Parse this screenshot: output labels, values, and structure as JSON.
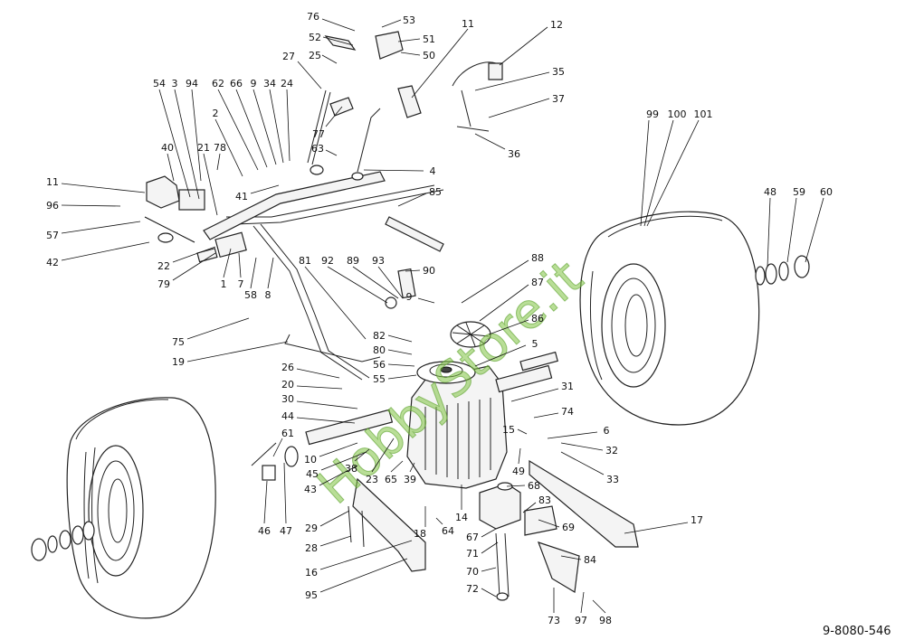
{
  "drawing_code": "9-8080-546",
  "watermark": "HobbyStore.it",
  "callouts": [
    {
      "id": "76"
    },
    {
      "id": "53"
    },
    {
      "id": "52"
    },
    {
      "id": "51"
    },
    {
      "id": "25"
    },
    {
      "id": "50"
    },
    {
      "id": "27"
    },
    {
      "id": "11"
    },
    {
      "id": "12"
    },
    {
      "id": "35"
    },
    {
      "id": "37"
    },
    {
      "id": "36"
    },
    {
      "id": "54"
    },
    {
      "id": "3"
    },
    {
      "id": "94"
    },
    {
      "id": "62"
    },
    {
      "id": "66"
    },
    {
      "id": "9"
    },
    {
      "id": "34"
    },
    {
      "id": "24"
    },
    {
      "id": "2"
    },
    {
      "id": "77"
    },
    {
      "id": "63"
    },
    {
      "id": "40"
    },
    {
      "id": "21"
    },
    {
      "id": "78"
    },
    {
      "id": "4"
    },
    {
      "id": "41"
    },
    {
      "id": "85"
    },
    {
      "id": "11"
    },
    {
      "id": "96"
    },
    {
      "id": "57"
    },
    {
      "id": "42"
    },
    {
      "id": "22"
    },
    {
      "id": "79"
    },
    {
      "id": "1"
    },
    {
      "id": "7"
    },
    {
      "id": "58"
    },
    {
      "id": "8"
    },
    {
      "id": "81"
    },
    {
      "id": "92"
    },
    {
      "id": "89"
    },
    {
      "id": "93"
    },
    {
      "id": "90"
    },
    {
      "id": "9"
    },
    {
      "id": "88"
    },
    {
      "id": "87"
    },
    {
      "id": "86"
    },
    {
      "id": "82"
    },
    {
      "id": "80"
    },
    {
      "id": "56"
    },
    {
      "id": "55"
    },
    {
      "id": "5"
    },
    {
      "id": "75"
    },
    {
      "id": "19"
    },
    {
      "id": "26"
    },
    {
      "id": "20"
    },
    {
      "id": "30"
    },
    {
      "id": "44"
    },
    {
      "id": "31"
    },
    {
      "id": "74"
    },
    {
      "id": "15"
    },
    {
      "id": "6"
    },
    {
      "id": "32"
    },
    {
      "id": "33"
    },
    {
      "id": "49"
    },
    {
      "id": "61"
    },
    {
      "id": "10"
    },
    {
      "id": "45"
    },
    {
      "id": "43"
    },
    {
      "id": "38"
    },
    {
      "id": "23"
    },
    {
      "id": "65"
    },
    {
      "id": "39"
    },
    {
      "id": "68"
    },
    {
      "id": "83"
    },
    {
      "id": "69"
    },
    {
      "id": "17"
    },
    {
      "id": "14"
    },
    {
      "id": "67"
    },
    {
      "id": "71"
    },
    {
      "id": "84"
    },
    {
      "id": "70"
    },
    {
      "id": "72"
    },
    {
      "id": "73"
    },
    {
      "id": "97"
    },
    {
      "id": "98"
    },
    {
      "id": "46"
    },
    {
      "id": "47"
    },
    {
      "id": "29"
    },
    {
      "id": "28"
    },
    {
      "id": "18"
    },
    {
      "id": "64"
    },
    {
      "id": "16"
    },
    {
      "id": "95"
    },
    {
      "id": "99"
    },
    {
      "id": "100"
    },
    {
      "id": "101"
    },
    {
      "id": "48"
    },
    {
      "id": "59"
    },
    {
      "id": "60"
    }
  ]
}
